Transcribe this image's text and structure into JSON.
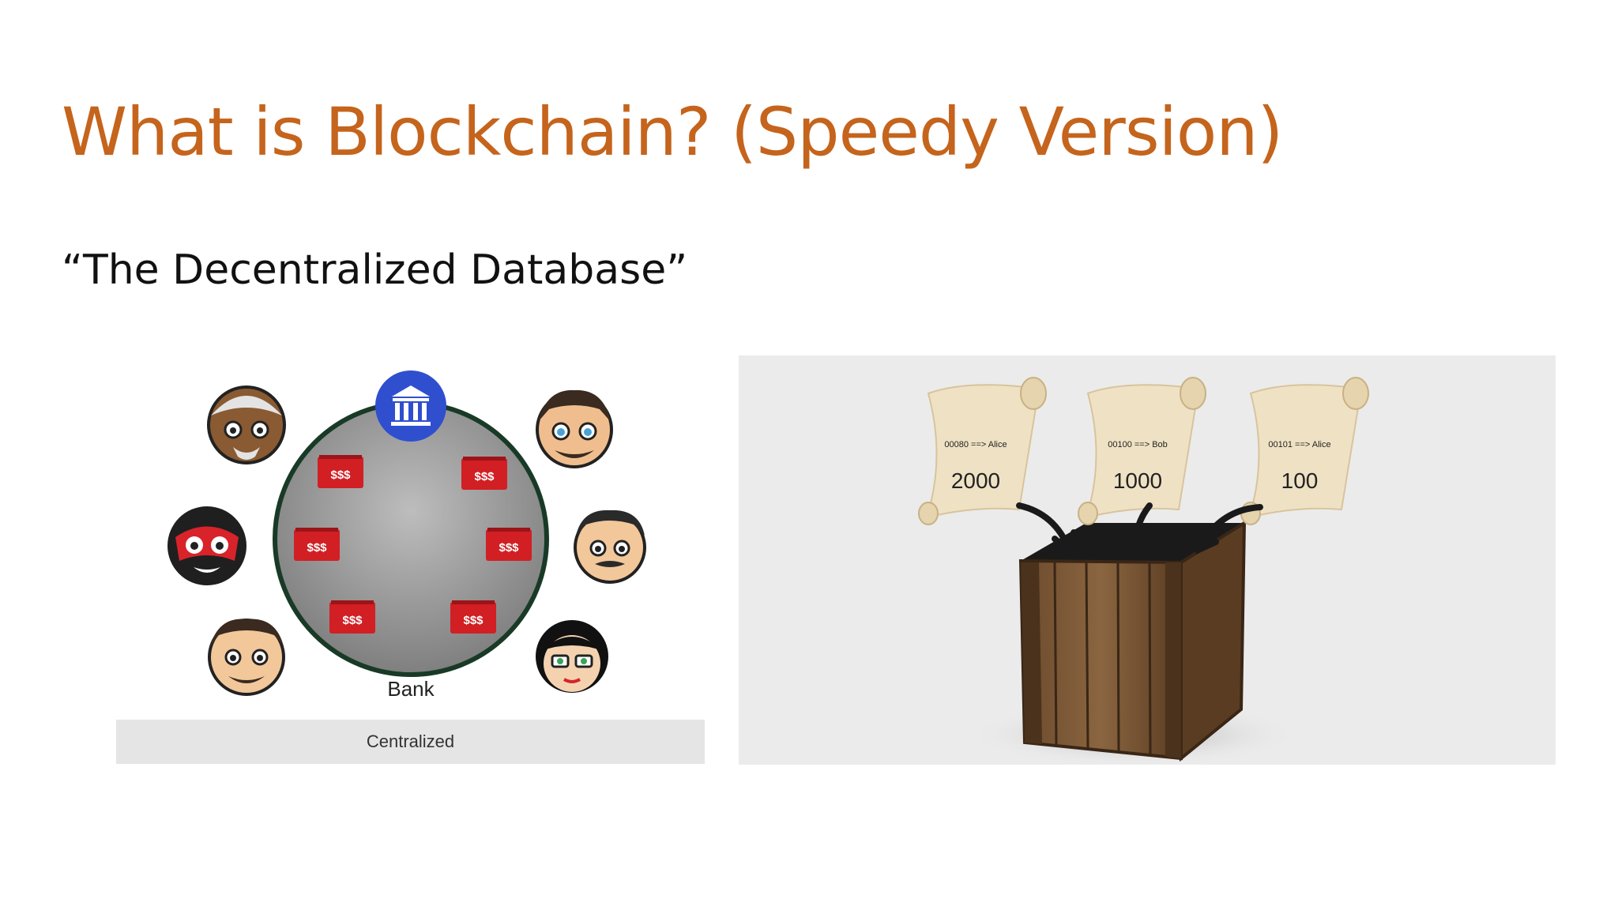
{
  "slide": {
    "title": "What is Blockchain? (Speedy Version)",
    "subtitle": "“The Decentralized Database”"
  },
  "colors": {
    "title": "#c5641c",
    "bank_icon": "#2f4fcf",
    "wallet": "#d11f24",
    "bank_circle_edge": "#183a26"
  },
  "left_diagram": {
    "bank_label": "Bank",
    "wallet_label": "$$$",
    "caption": "Centralized",
    "bank_icon": "bank-building-icon"
  },
  "right_diagram": {
    "scrolls": [
      {
        "tx": "00080 ==> Alice",
        "amount": "2000"
      },
      {
        "tx": "00100 ==> Bob",
        "amount": "1000"
      },
      {
        "tx": "00101 ==> Alice",
        "amount": "100"
      }
    ]
  }
}
